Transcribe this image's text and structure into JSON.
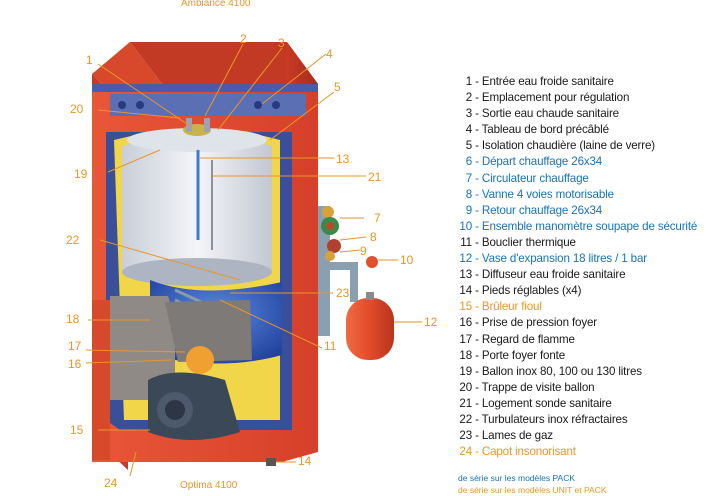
{
  "captions": {
    "top": "Ambiance 4100",
    "bottom": "Optima 4100"
  },
  "callouts": [
    "1",
    "2",
    "3",
    "4",
    "5",
    "7",
    "8",
    "9",
    "10",
    "11",
    "12",
    "13",
    "14",
    "15",
    "16",
    "17",
    "18",
    "19",
    "20",
    "21",
    "22",
    "23",
    "24"
  ],
  "legend": [
    {
      "num": "1",
      "label": "Entrée eau froide sanitaire",
      "color": "default"
    },
    {
      "num": "2",
      "label": "Emplacement pour régulation",
      "color": "default"
    },
    {
      "num": "3",
      "label": "Sortie eau chaude sanitaire",
      "color": "default"
    },
    {
      "num": "4",
      "label": "Tableau de bord précâblé",
      "color": "default"
    },
    {
      "num": "5",
      "label": "Isolation chaudière (laine de verre)",
      "color": "default"
    },
    {
      "num": "6",
      "label": "Départ chauffage 26x34",
      "color": "blue"
    },
    {
      "num": "7",
      "label": "Circulateur chauffage",
      "color": "blue"
    },
    {
      "num": "8",
      "label": "Vanne 4 voies motorisable",
      "color": "blue"
    },
    {
      "num": "9",
      "label": "Retour chauffage 26x34",
      "color": "blue"
    },
    {
      "num": "10",
      "label": "Ensemble manomètre soupape de sécurité",
      "color": "blue"
    },
    {
      "num": "11",
      "label": "Bouclier thermique",
      "color": "default"
    },
    {
      "num": "12",
      "label": "Vase d'expansion 18 litres / 1 bar",
      "color": "blue"
    },
    {
      "num": "13",
      "label": "Diffuseur eau froide sanitaire",
      "color": "default"
    },
    {
      "num": "14",
      "label": "Pieds réglables (x4)",
      "color": "default"
    },
    {
      "num": "15",
      "label": "Brûleur fioul",
      "color": "orange"
    },
    {
      "num": "16",
      "label": "Prise de pression foyer",
      "color": "default"
    },
    {
      "num": "17",
      "label": "Regard de flamme",
      "color": "default"
    },
    {
      "num": "18",
      "label": "Porte foyer fonte",
      "color": "default"
    },
    {
      "num": "19",
      "label": "Ballon inox 80, 100 ou 130 litres",
      "color": "default"
    },
    {
      "num": "20",
      "label": "Trappe de visite ballon",
      "color": "default"
    },
    {
      "num": "21",
      "label": "Logement sonde sanitaire",
      "color": "default"
    },
    {
      "num": "22",
      "label": "Turbulateurs inox réfractaires",
      "color": "default"
    },
    {
      "num": "23",
      "label": "Lames de gaz",
      "color": "default"
    },
    {
      "num": "24",
      "label": "Capot insonorisant",
      "color": "orange"
    }
  ],
  "notes": {
    "pack": "de série sur les modèles PACK",
    "unit_pack": "de série sur les modèles UNIT et PACK"
  },
  "colors": {
    "casing": "#d9442a",
    "casing_dark": "#b0301c",
    "callout": "#e8962a",
    "blue_text": "#1a72b5",
    "expansion_vessel": "#e2502e",
    "tank": "#e6e9ef",
    "hearth_blue": "#2c5ec0"
  }
}
